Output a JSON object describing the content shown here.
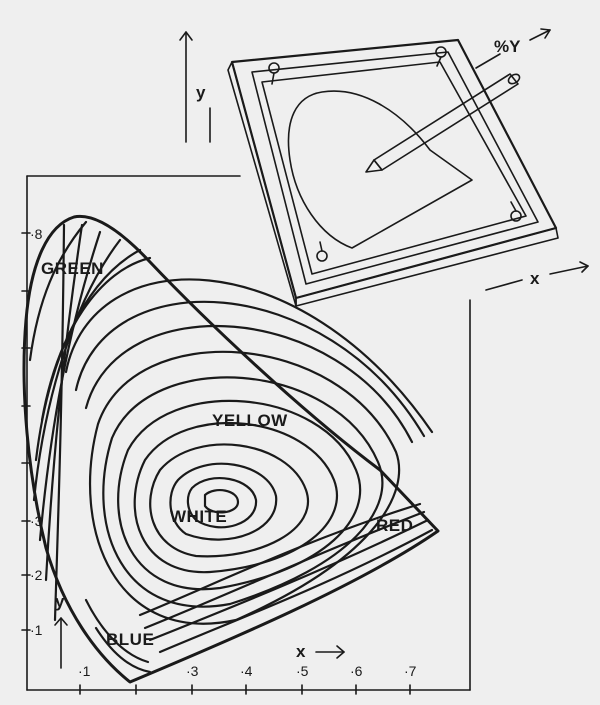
{
  "labels": {
    "green": "GREEN",
    "yellow": "YELLOW",
    "white": "WHITE",
    "red": "RED",
    "blue": "BLUE"
  },
  "axes": {
    "x_label": "x",
    "y_label": "y",
    "x_ticks": [
      "·1",
      "·3",
      "·4",
      "·5",
      "·6",
      "·7"
    ],
    "y_ticks": [
      "·1",
      "·2",
      "·3",
      "·8"
    ]
  },
  "board": {
    "y_label": "y",
    "x_label": "x",
    "z_label": "%Y"
  },
  "colors": {
    "ink": "#1a1a1a",
    "paper": "#efefef"
  }
}
